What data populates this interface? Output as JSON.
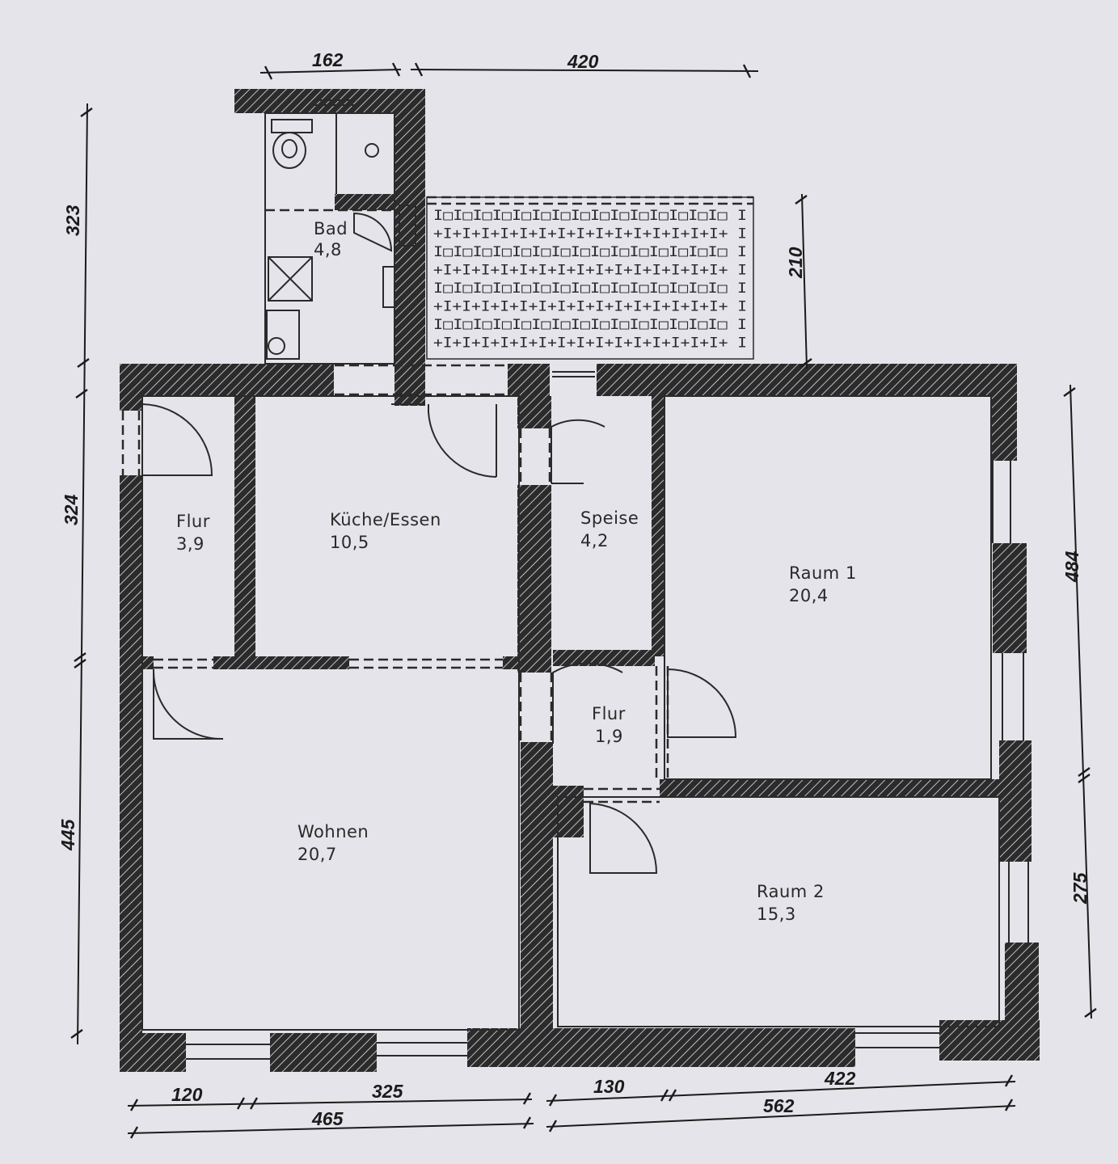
{
  "rooms": {
    "bad": {
      "name": "Bad",
      "area": "4,8"
    },
    "flur1": {
      "name": "Flur",
      "area": "3,9"
    },
    "kueche": {
      "name": "Küche/Essen",
      "area": "10,5"
    },
    "speise": {
      "name": "Speise",
      "area": "4,2"
    },
    "raum1": {
      "name": "Raum 1",
      "area": "20,4"
    },
    "flur2": {
      "name": "Flur",
      "area": "1,9"
    },
    "wohnen": {
      "name": "Wohnen",
      "area": "20,7"
    },
    "raum2": {
      "name": "Raum 2",
      "area": "15,3"
    }
  },
  "dimensions": {
    "top_left": "162",
    "top_right": "420",
    "left_top": "323",
    "left_mid": "324",
    "left_bottom": "445",
    "terrace_right": "210",
    "right_top": "484",
    "right_bottom": "275",
    "bottom_1": "120",
    "bottom_2": "325",
    "bottom_3": "130",
    "bottom_4": "422",
    "bottom_total_left": "465",
    "bottom_total_right": "562"
  },
  "terrace": {
    "rows": [
      "I□I□I□I□I□I□I□I□I□I□I□I□I□I□I□ I",
      "+I+I+I+I+I+I+I+I+I+I+I+I+I+I+I+ I",
      "I□I□I□I□I□I□I□I□I□I□I□I□I□I□I□ I",
      "+I+I+I+I+I+I+I+I+I+I+I+I+I+I+I+ I",
      "I□I□I□I□I□I□I□I□I□I□I□I□I□I□I□ I",
      "+I+I+I+I+I+I+I+I+I+I+I+I+I+I+I+ I",
      "I□I□I□I□I□I□I□I□I□I□I□I□I□I□I□ I",
      "+I+I+I+I+I+I+I+I+I+I+I+I+I+I+I+ I"
    ]
  },
  "colors": {
    "wall": "#2b2b2b",
    "background": "#e4e4ea",
    "line": "#1b1b1b"
  }
}
